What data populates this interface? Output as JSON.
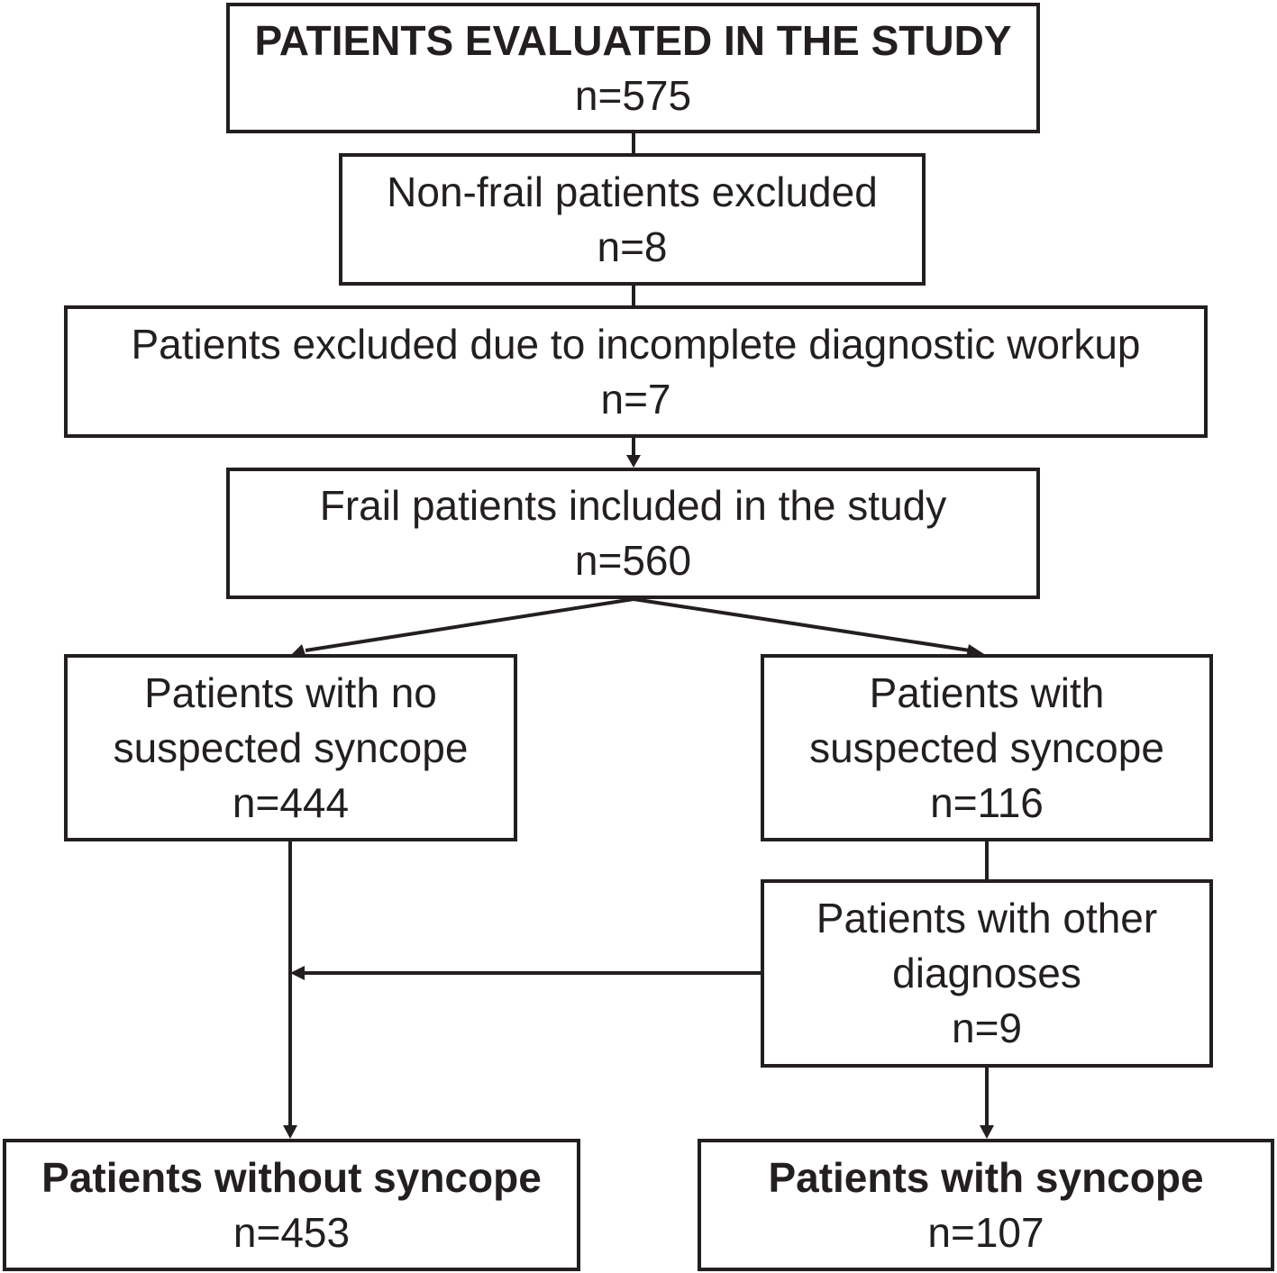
{
  "flowchart": {
    "evaluated": {
      "title": "PATIENTS EVALUATED IN THE STUDY",
      "count": "n=575"
    },
    "non_frail_excluded": {
      "title": "Non-frail patients excluded",
      "count": "n=8"
    },
    "incomplete_excluded": {
      "title": "Patients excluded due to incomplete diagnostic workup",
      "count": "n=7"
    },
    "frail_included": {
      "title": "Frail patients included in the study",
      "count": "n=560"
    },
    "no_suspected_syncope": {
      "title": "Patients with no suspected syncope",
      "count": "n=444"
    },
    "suspected_syncope": {
      "title": "Patients with suspected syncope",
      "count": "n=116"
    },
    "other_diagnoses": {
      "title": "Patients with other diagnoses",
      "count": "n=9"
    },
    "without_syncope": {
      "title": "Patients without syncope",
      "count": "n=453"
    },
    "with_syncope": {
      "title": "Patients with syncope",
      "count": "n=107"
    }
  },
  "colors": {
    "line": "#231f20",
    "background": "#ffffff"
  }
}
